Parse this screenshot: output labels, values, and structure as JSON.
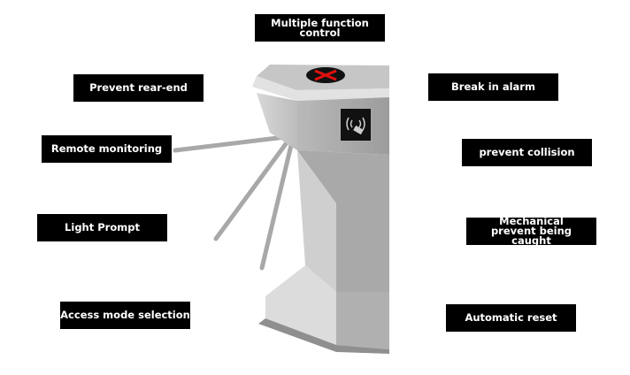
{
  "labels": {
    "multiple_function": "Multiple function control",
    "prevent_rear_end": "Prevent rear-end",
    "break_in_alarm": "Break in alarm",
    "remote_monitoring": "Remote monitoring",
    "prevent_collision": "prevent collision",
    "light_prompt": "Light Prompt",
    "mechanical": "Mechanical prevent being caught",
    "access_mode": "Access mode selection",
    "automatic_reset": "Automatic reset"
  },
  "colors": {
    "label_bg": "#000000",
    "indicator": "#e01010"
  }
}
